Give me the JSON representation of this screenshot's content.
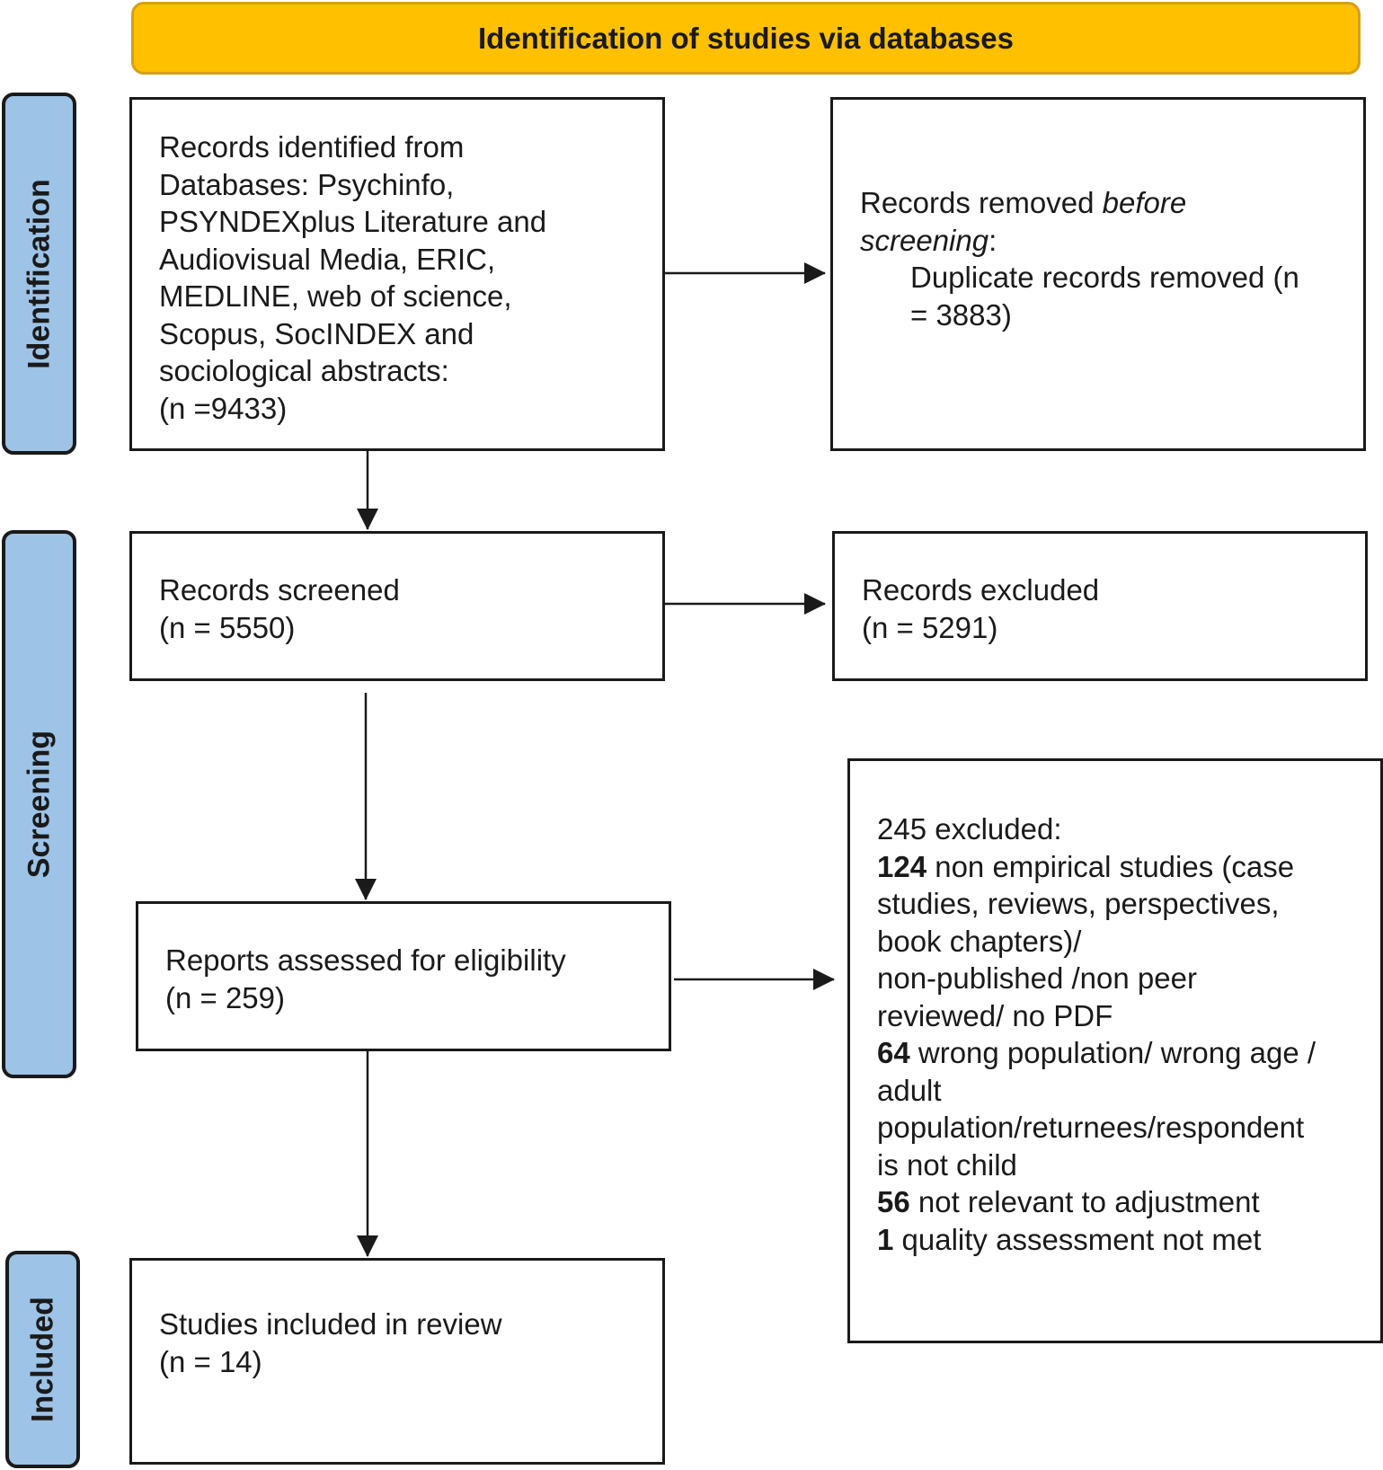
{
  "header": {
    "title": "Identification of studies via databases"
  },
  "stages": {
    "identification": "Identification",
    "screening": "Screening",
    "included": "Included"
  },
  "boxes": {
    "identified": {
      "lines": [
        "Records identified from",
        "Databases: Psychinfo,",
        "PSYNDEXplus Literature and",
        "Audiovisual Media, ERIC,",
        "MEDLINE, web of science,",
        "Scopus, SocINDEX and",
        "sociological abstracts:",
        "(n =9433)"
      ]
    },
    "removed": {
      "line1_a": "Records removed ",
      "line1_b": "before",
      "line2_a": "screening",
      "line2_b": ":",
      "line3": "Duplicate records removed (n",
      "line4": "= 3883)"
    },
    "screened": {
      "line1": "Records screened",
      "line2": "(n = 5550)"
    },
    "excluded": {
      "line1": "Records excluded",
      "line2": "(n = 5291)"
    },
    "assessed": {
      "line1": "Reports assessed for eligibility",
      "line2": "(n = 259)"
    },
    "reasons": {
      "title": "245 excluded:",
      "r1_num": "124",
      "r1_l1": " non empirical studies (case",
      "r1_l2": "studies, reviews, perspectives,",
      "r1_l3": "book chapters)/",
      "r1_l4": "non-published /non peer",
      "r1_l5": "reviewed/ no PDF",
      "r2_num": "64",
      "r2_l1": " wrong population/ wrong age /",
      "r2_l2": "adult",
      "r2_l3": "population/returnees/respondent",
      "r2_l4": "is not child",
      "r3_num": "56",
      "r3_l1": " not relevant to adjustment",
      "r4_num": "1",
      "r4_l1": " quality assessment not met"
    },
    "included": {
      "line1": "Studies included in review",
      "line2": "(n = 14)"
    }
  }
}
